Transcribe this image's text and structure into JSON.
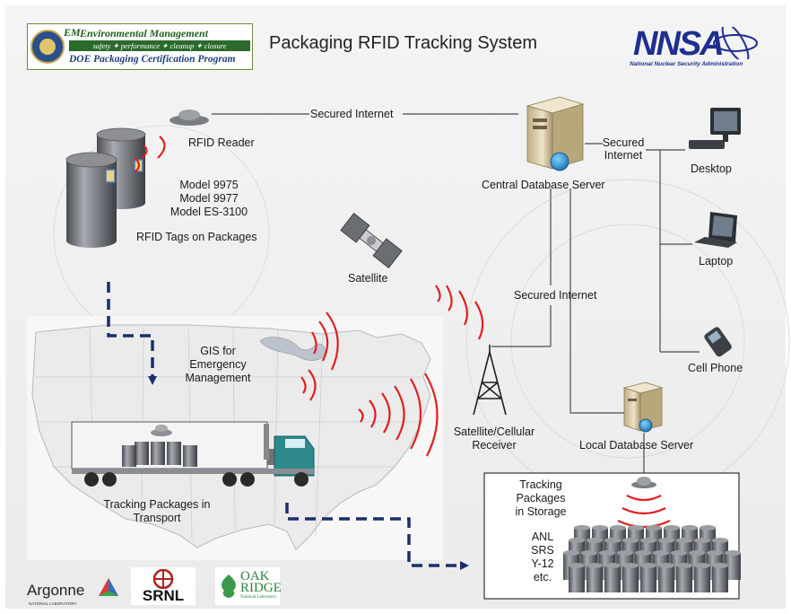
{
  "title": "Packaging RFID Tracking System",
  "logos": {
    "em_line1": "Environmental Management",
    "em_mark": "EM",
    "em_line2": "safety  ✦  performance  ✦  cleanup  ✦  closure",
    "em_line3": "DOE Packaging Certification Program",
    "nnsa_word": "NNSA",
    "nnsa_sub": "National Nuclear Security Administration",
    "argonne": "Argonne",
    "argonne_sub": "NATIONAL LABORATORY",
    "srnl": "SRNL",
    "ornl_line1": "OAK",
    "ornl_line2": "RIDGE",
    "ornl_sub": "National Laboratory"
  },
  "labels": {
    "rfid_reader": "RFID Reader",
    "models": [
      "Model 9975",
      "Model 9977",
      "Model ES-3100"
    ],
    "rfid_tags": "RFID Tags on Packages",
    "satellite": "Satellite",
    "central_db": "Central Database Server",
    "desktop": "Desktop",
    "laptop": "Laptop",
    "cell_phone": "Cell Phone",
    "secured_internet_top": "Secured Internet",
    "secured_internet_right_1": "Secured",
    "secured_internet_right_2": "Internet",
    "secured_internet_mid": "Secured Internet",
    "gis": [
      "GIS for",
      "Emergency",
      "Management"
    ],
    "receiver": [
      "Satellite/Cellular",
      "Receiver"
    ],
    "local_db": "Local Database Server",
    "transport": [
      "Tracking Packages in",
      "Transport"
    ],
    "storage_title": [
      "Tracking",
      "Packages",
      "in Storage"
    ],
    "storage_sites": [
      "ANL",
      "SRS",
      "Y-12",
      "etc."
    ]
  },
  "colors": {
    "arrow_navy": "#1a2f6b",
    "signal_red": "#e02020",
    "connector": "#4a4a4a",
    "drum": "#6b6e73",
    "server": "#d9cba6",
    "truck_cab": "#2e8a8a"
  }
}
